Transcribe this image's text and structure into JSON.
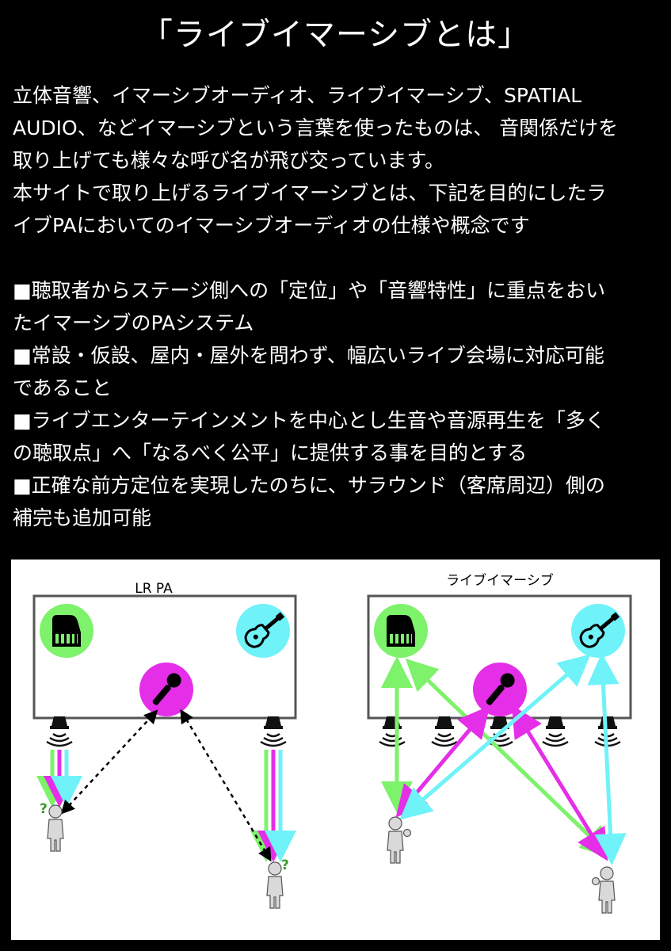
{
  "title": "「ライブイマーシブとは」",
  "intro": [
    "立体音響、イマーシブオーディオ、ライブイマーシブ、SPATIAL",
    "AUDIO、などイマーシブという言葉を使ったものは、 音関係だけを",
    "取り上げても様々な呼び名が飛び交っています。",
    "本サイトで取り上げるライブイマーシブとは、下記を目的にしたラ",
    "イブPAにおいてのイマーシブオーディオの仕様や概念です"
  ],
  "points": [
    "■聴取者からステージ側への「定位」や「音響特性」に重点をおい",
    "たイマーシブのPAシステム",
    "■常設・仮設、屋内・屋外を問わず、幅広いライブ会場に対応可能",
    "であること",
    "■ライブエンターテインメントを中心とし生音や音源再生を「多く",
    "の聴取点」へ「なるべく公平」に提供する事を目的とする",
    "■正確な前方定位を実現したのちに、サラウンド（客席周辺）側の",
    "補完も追加可能"
  ],
  "diagram": {
    "left_label": "LR PA",
    "right_label": "ライブイマーシブ",
    "question_mark": "?",
    "colors": {
      "piano": "#7df26a",
      "guitar": "#6ff2f8",
      "mic": "#e42ee8",
      "stage_border": "#555555",
      "person": "#cccccc"
    },
    "icons": [
      "piano-icon",
      "guitar-icon",
      "microphone-icon",
      "speaker-icon",
      "person-icon"
    ]
  }
}
